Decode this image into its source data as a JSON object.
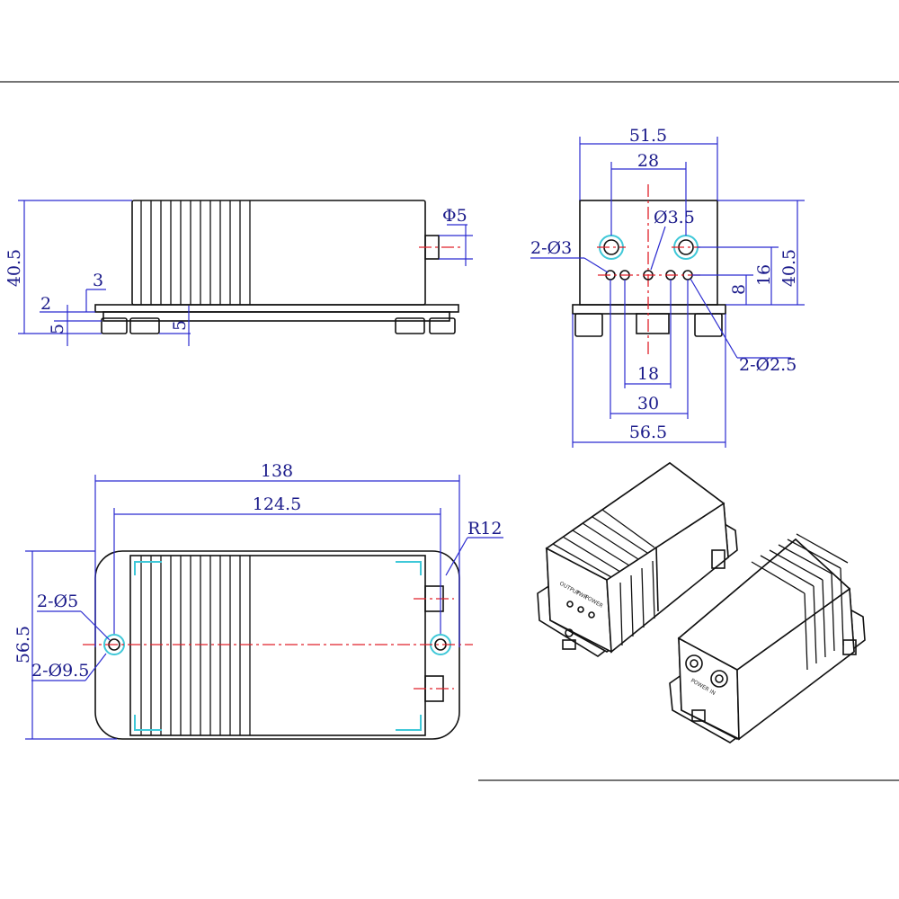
{
  "side_view": {
    "height": "40.5",
    "dim_3": "3",
    "dim_2": "2",
    "dim_5_left": "5",
    "dim_5_right": "5",
    "connector_dia": "Φ5"
  },
  "end_view": {
    "width_top": "51.5",
    "spacing_28": "28",
    "hole_3_5": "Ø3.5",
    "holes_3": "2-Ø3",
    "height": "40.5",
    "height_16": "16",
    "height_8": "8",
    "holes_2_5": "2-Ø2.5",
    "spacing_18": "18",
    "spacing_30": "30",
    "width_base": "56.5"
  },
  "top_view": {
    "length": "138",
    "hole_spacing": "124.5",
    "radius": "R12",
    "width": "56.5",
    "holes_5": "2-Ø5",
    "holes_9_5": "2-Ø9.5"
  },
  "iso_view": {
    "label_1": "OUTPUT",
    "label_2": "PWR",
    "label_3": "POWER",
    "label_4": "POWER IN"
  }
}
